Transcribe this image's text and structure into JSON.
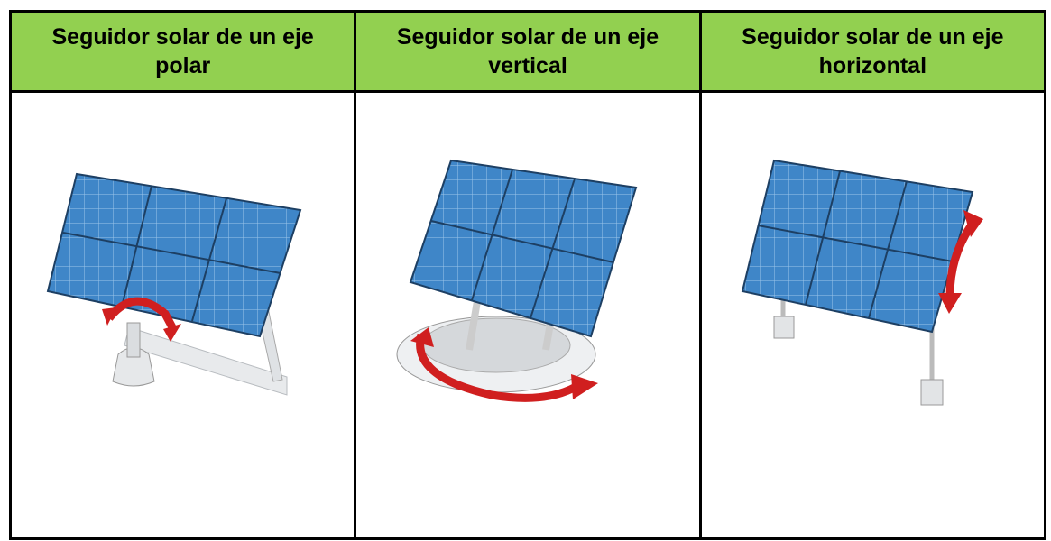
{
  "columns": [
    {
      "title": "Seguidor solar de un eje\npolar"
    },
    {
      "title": "Seguidor solar de un eje\nvertical"
    },
    {
      "title": "Seguidor solar de un eje\nhorizontal"
    }
  ],
  "colors": {
    "header_bg": "#92d050",
    "panel_blue": "#3d7fbf",
    "arrow_red": "#d01f1f"
  }
}
